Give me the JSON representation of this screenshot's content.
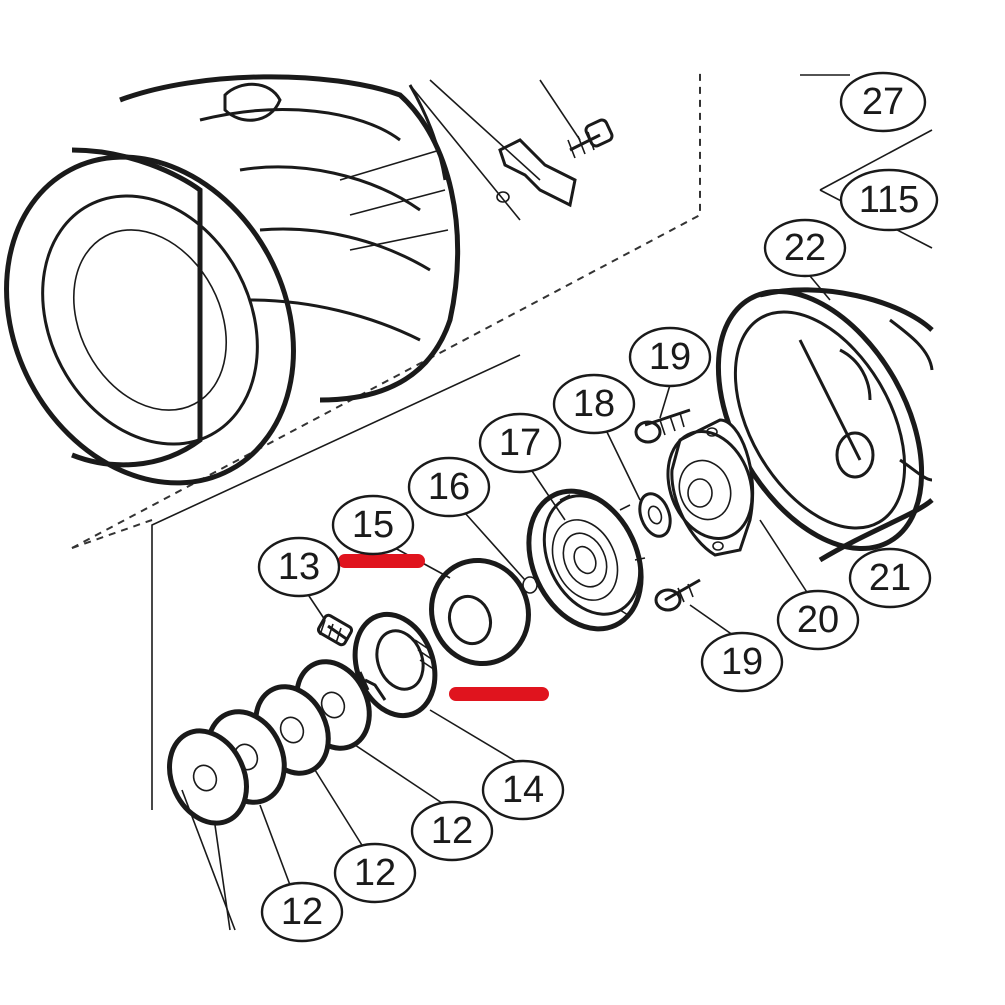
{
  "callouts": [
    {
      "id": "27",
      "label": "27"
    },
    {
      "id": "115",
      "label": "115"
    },
    {
      "id": "22",
      "label": "22"
    },
    {
      "id": "19a",
      "label": "19"
    },
    {
      "id": "18",
      "label": "18"
    },
    {
      "id": "17",
      "label": "17"
    },
    {
      "id": "16",
      "label": "16"
    },
    {
      "id": "15",
      "label": "15"
    },
    {
      "id": "13",
      "label": "13"
    },
    {
      "id": "21",
      "label": "21"
    },
    {
      "id": "20",
      "label": "20"
    },
    {
      "id": "19b",
      "label": "19"
    },
    {
      "id": "14",
      "label": "14"
    },
    {
      "id": "12a",
      "label": "12"
    },
    {
      "id": "12b",
      "label": "12"
    },
    {
      "id": "12c",
      "label": "12"
    }
  ],
  "highlight_color": "#e0141e"
}
